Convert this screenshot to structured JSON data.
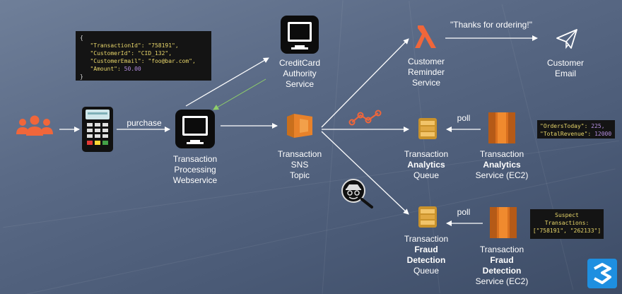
{
  "nodes": {
    "users": {
      "icon": "users-group-icon"
    },
    "terminal": {
      "icon": "card-terminal-icon"
    },
    "txn_webservice": {
      "lines": [
        "Transaction",
        "Processing",
        "Webservice"
      ],
      "icon": "monitor-icon"
    },
    "creditcard": {
      "lines": [
        "CreditCard",
        "Authority",
        "Service"
      ],
      "icon": "monitor-icon"
    },
    "sns": {
      "lines": [
        "Transaction",
        "SNS",
        "Topic"
      ],
      "icon": "sns-topic-icon"
    },
    "lambda": {
      "lines": [
        "Customer",
        "Reminder",
        "Service"
      ],
      "icon": "lambda-icon"
    },
    "email": {
      "lines": [
        "Customer",
        "Email"
      ],
      "icon": "paper-plane-icon"
    },
    "analytics_queue": {
      "line1": "Transaction",
      "line2": "Analytics",
      "line3": "Queue",
      "icon": "sqs-queue-icon"
    },
    "analytics_service": {
      "line1": "Transaction",
      "line2": "Analytics",
      "line3": "Service (EC2)",
      "icon": "ec2-icon"
    },
    "fraud_queue": {
      "line1": "Transaction",
      "line2": "Fraud",
      "line3": "Detection",
      "line4": "Queue",
      "icon": "sqs-queue-icon"
    },
    "fraud_service": {
      "line1": "Transaction",
      "line2": "Fraud",
      "line3": "Detection",
      "line4": "Service (EC2)",
      "icon": "ec2-icon"
    }
  },
  "edges": {
    "purchase": "purchase",
    "thanks": "\"Thanks for ordering!\"",
    "poll_analytics": "poll",
    "poll_fraud": "poll"
  },
  "code_blocks": {
    "transaction": {
      "open": "{",
      "l1_key": "\"TransactionId\": ",
      "l1_val": "\"758191\",",
      "l2_key": "\"CustomerId\": ",
      "l2_val": "\"CID_132\",",
      "l3_key": "\"CustomerEmail\": ",
      "l3_val": "\"foo@bar.com\",",
      "l4_key": "\"Amount\": ",
      "l4_val": "50.00",
      "close": "}"
    },
    "analytics": {
      "l1_key": "\"OrdersToday\": ",
      "l1_val": "225,",
      "l2_key": "\"TotalRevenue\": ",
      "l2_val": "12000"
    },
    "fraud": {
      "l1": "Suspect",
      "l2": "Transactions:",
      "l3": "[\"758191\", \"262133\"]"
    }
  },
  "icons": {
    "analytics_trend": "trend-line-icon",
    "fraud_spy": "spy-magnifier-icon",
    "brand": "brand-logo-icon"
  },
  "colors": {
    "accent_orange": "#f0663a",
    "aws_orange": "#e8822a",
    "code_bg": "#141414",
    "code_text": "#e8d66a",
    "code_number": "#b48ee0",
    "brand_blue": "#1e8fe0"
  }
}
